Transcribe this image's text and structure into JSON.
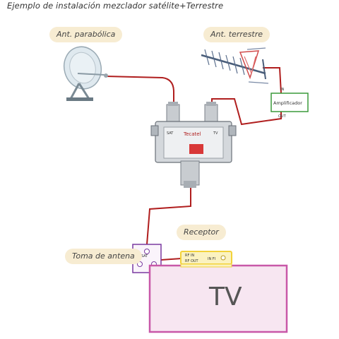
{
  "title": "Ejemplo de instalación mezclador satélite+Terrestre",
  "labels": {
    "parabolic": "Ant. parabólica",
    "terrestrial": "Ant. terrestre",
    "receiver": "Receptor",
    "wall_socket": "Toma de antena",
    "amplifier": "Amplificador",
    "amp_in": "IN",
    "amp_out": "OUT",
    "tv": "TV",
    "sat": "SAT",
    "rf_in": "RF IN",
    "rf_out": "RF OUT",
    "in_fi": "IN FI"
  },
  "mixer": {
    "brand": "Tecatel",
    "port_sat": "SAT",
    "port_tv": "TV"
  },
  "colors": {
    "cable": "#b01e1e",
    "tv_border": "#c858a8",
    "tv_fill": "#f7e6f1",
    "receiver": "#f2d23a",
    "socket_border": "#7a3aa0",
    "amplifier_border": "#3a9a3a",
    "label_bg": "#f7ecd2"
  }
}
